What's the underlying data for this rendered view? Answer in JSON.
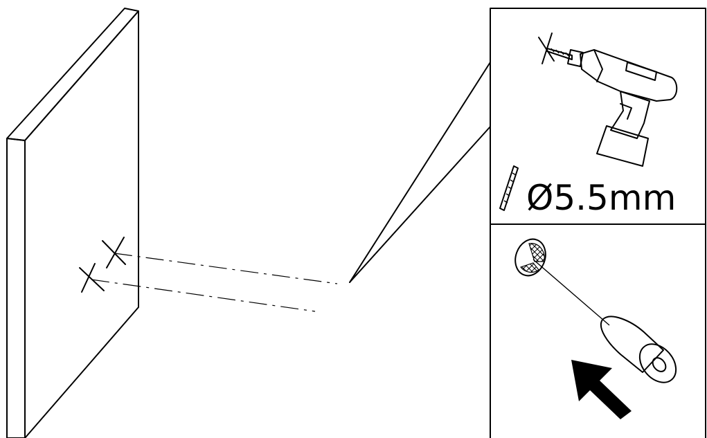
{
  "drill_bit": {
    "size_label": "Ø5.5mm"
  },
  "colors": {
    "wall_face": "#d9d9d9",
    "line": "#000000",
    "background": "#ffffff"
  },
  "icons": [
    "wall-panel",
    "drill-mark-cross",
    "power-drill-icon",
    "drill-bit-icon",
    "wall-plug-icon",
    "insert-arrow-icon"
  ]
}
